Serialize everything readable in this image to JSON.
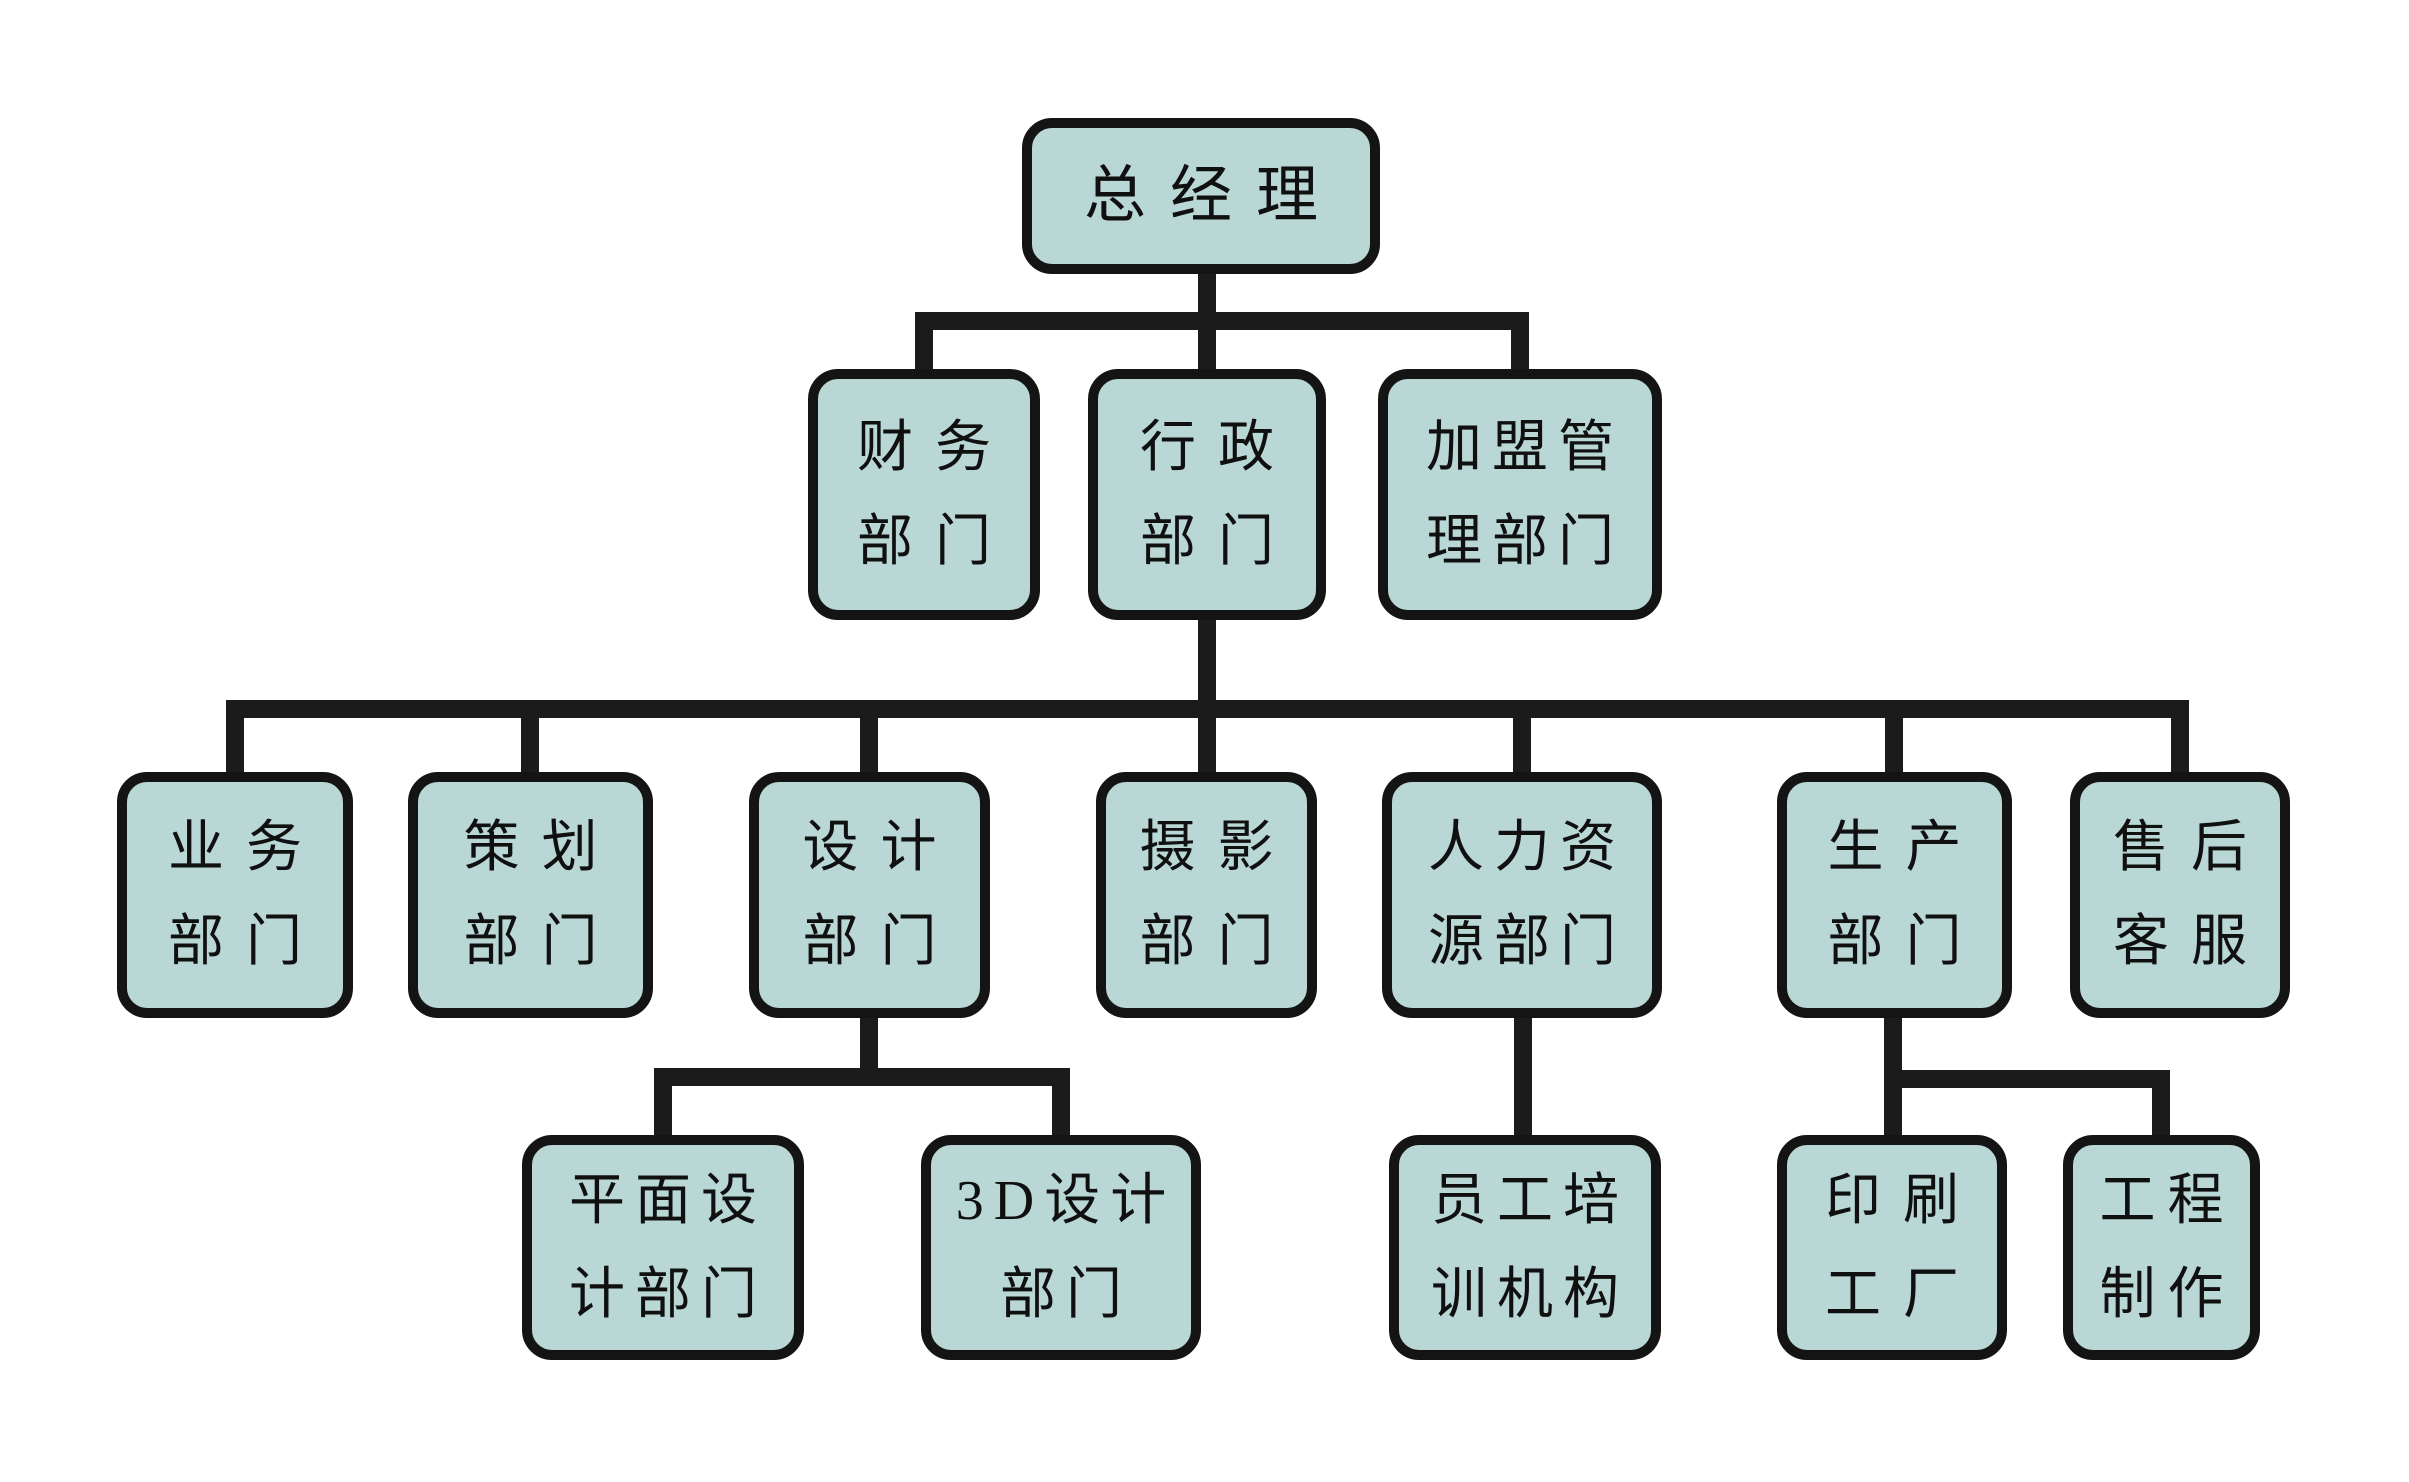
{
  "style": {
    "background": "#ffffff",
    "node_fill": "#b9d7d5",
    "node_border": "#141414",
    "connector_color": "#1b1b1b",
    "text_color": "#101010"
  },
  "nodes": {
    "general_manager": {
      "label": "总经理",
      "line1": "总经理"
    },
    "finance": {
      "label": "财务部门",
      "line1": "财务",
      "line2": "部门"
    },
    "admin": {
      "label": "行政部门",
      "line1": "行政",
      "line2": "部门"
    },
    "franchise": {
      "label": "加盟管理部门",
      "line1": "加盟管",
      "line2": "理部门"
    },
    "business": {
      "label": "业务部门",
      "line1": "业务",
      "line2": "部门"
    },
    "planning": {
      "label": "策划部门",
      "line1": "策划",
      "line2": "部门"
    },
    "design": {
      "label": "设计部门",
      "line1": "设计",
      "line2": "部门"
    },
    "photography": {
      "label": "摄影部门",
      "line1": "摄影",
      "line2": "部门"
    },
    "hr": {
      "label": "人力资源部门",
      "line1": "人力资",
      "line2": "源部门"
    },
    "production": {
      "label": "生产部门",
      "line1": "生产",
      "line2": "部门"
    },
    "after_sales": {
      "label": "售后客服",
      "line1": "售后",
      "line2": "客服"
    },
    "graphic_design": {
      "label": "平面设计部门",
      "line1": "平面设",
      "line2": "计部门"
    },
    "design_3d": {
      "label": "3D设计部门",
      "line1": "3D设计",
      "line2": "部门"
    },
    "staff_training": {
      "label": "员工培训机构",
      "line1": "员工培",
      "line2": "训机构"
    },
    "printing_factory": {
      "label": "印刷工厂",
      "line1": "印刷",
      "line2": "工厂"
    },
    "engineering": {
      "label": "工程制作",
      "line1": "工程",
      "line2": "制作"
    }
  },
  "hierarchy": [
    {
      "parent": "总经理",
      "children": [
        "财务部门",
        "行政部门",
        "加盟管理部门"
      ]
    },
    {
      "parent": "行政部门",
      "children": [
        "业务部门",
        "策划部门",
        "设计部门",
        "摄影部门",
        "人力资源部门",
        "生产部门",
        "售后客服"
      ]
    },
    {
      "parent": "设计部门",
      "children": [
        "平面设计部门",
        "3D设计部门"
      ]
    },
    {
      "parent": "人力资源部门",
      "children": [
        "员工培训机构"
      ]
    },
    {
      "parent": "生产部门",
      "children": [
        "印刷工厂",
        "工程制作"
      ]
    }
  ]
}
